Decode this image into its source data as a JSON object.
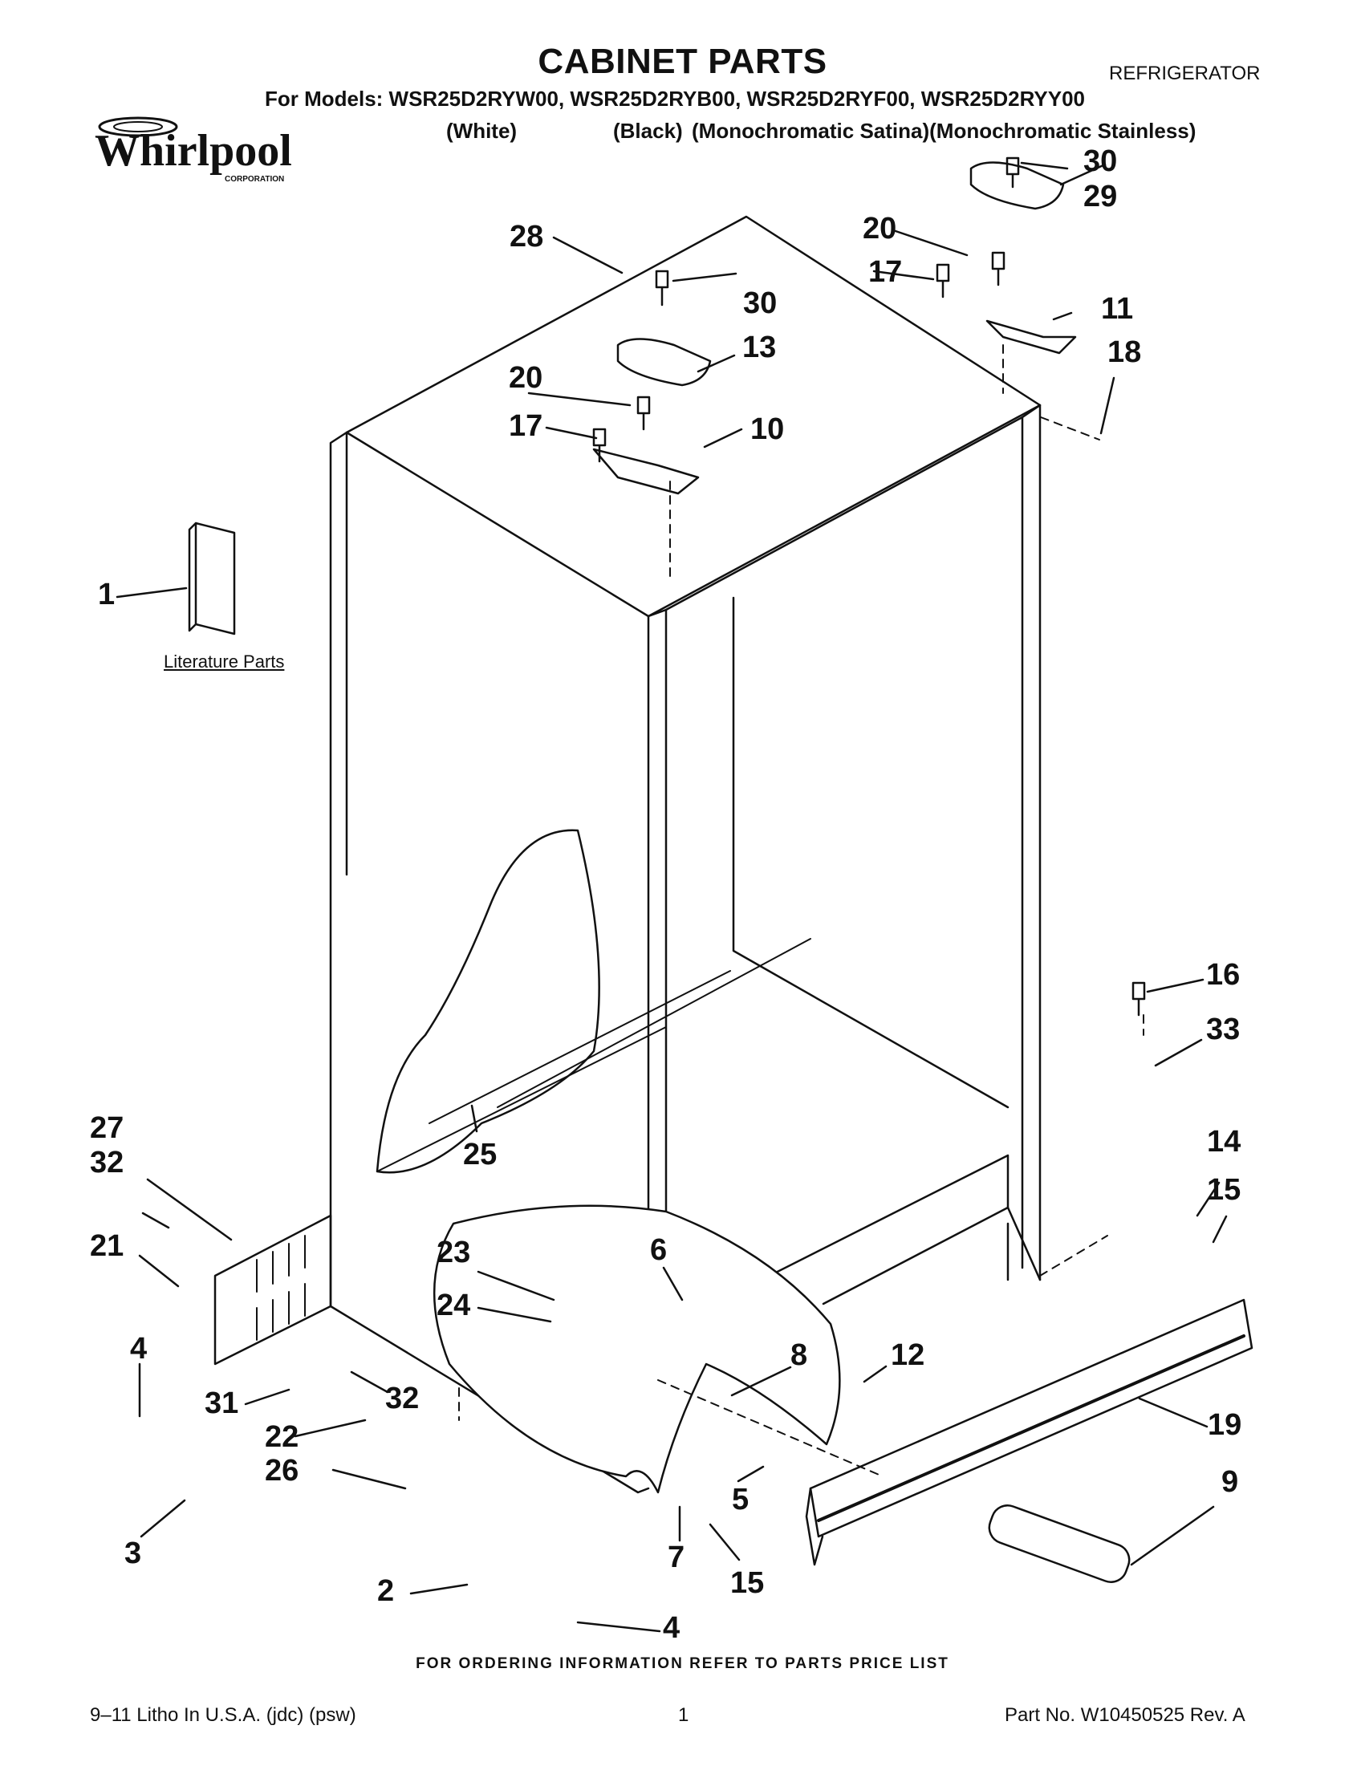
{
  "header": {
    "title": "CABINET PARTS",
    "category": "REFRIGERATOR",
    "models_line": "For Models: WSR25D2RYW00, WSR25D2RYB00, WSR25D2RYF00, WSR25D2RYY00",
    "variants": [
      "(White)",
      "(Black)",
      "(Monochromatic Satina)(Monochromatic Stainless)"
    ]
  },
  "logo": {
    "brand": "Whirlpool",
    "subtext": "CORPORATION",
    "icon": "whirlpool-logo"
  },
  "literature_label": "Literature Parts",
  "callouts": [
    "30",
    "29",
    "28",
    "20",
    "17",
    "11",
    "30",
    "13",
    "18",
    "20",
    "17",
    "10",
    "1",
    "16",
    "33",
    "27",
    "32",
    "14",
    "15",
    "21",
    "25",
    "23",
    "6",
    "24",
    "8",
    "12",
    "19",
    "4",
    "31",
    "32",
    "22",
    "26",
    "5",
    "9",
    "3",
    "7",
    "15",
    "2",
    "4"
  ],
  "ordering_note": "FOR ORDERING INFORMATION REFER TO PARTS PRICE LIST",
  "footer": {
    "left": "9–11 Litho In U.S.A. (jdc) (psw)",
    "page": "1",
    "right": "Part No. W10450525 Rev. A"
  }
}
